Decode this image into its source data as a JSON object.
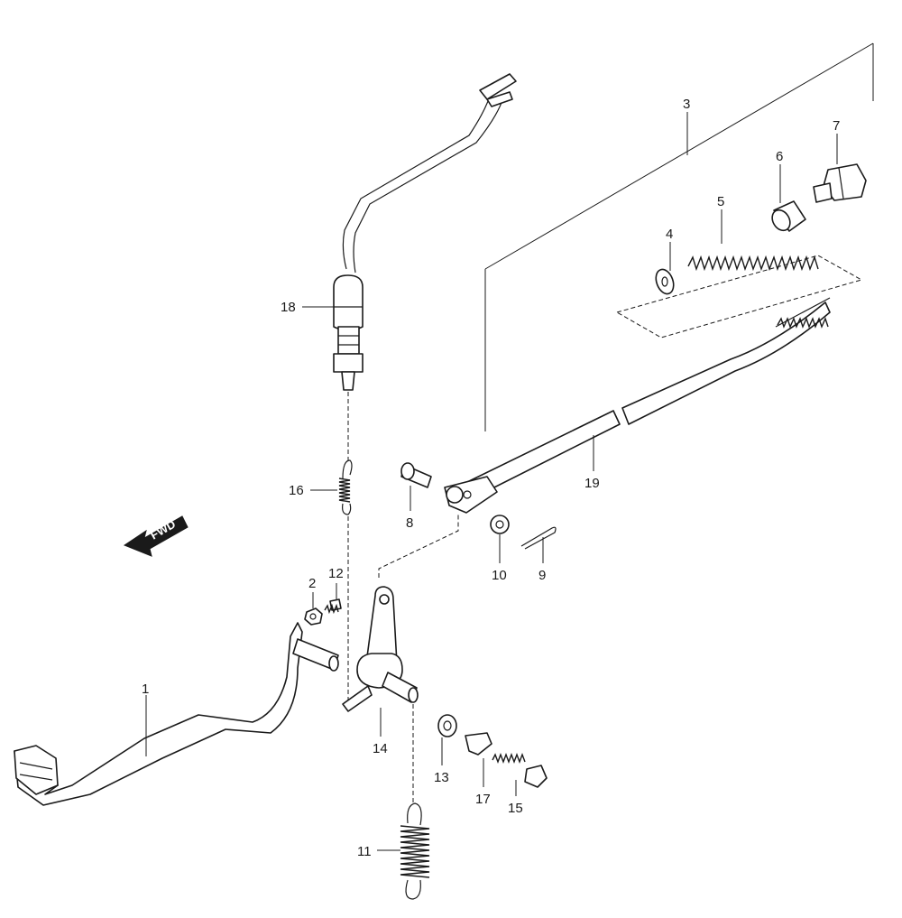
{
  "diagram": {
    "fwd_label": "FWD",
    "callouts": [
      {
        "id": "callout-1",
        "text": "1"
      },
      {
        "id": "callout-2",
        "text": "2"
      },
      {
        "id": "callout-3",
        "text": "3"
      },
      {
        "id": "callout-4",
        "text": "4"
      },
      {
        "id": "callout-5",
        "text": "5"
      },
      {
        "id": "callout-6",
        "text": "6"
      },
      {
        "id": "callout-7",
        "text": "7"
      },
      {
        "id": "callout-8",
        "text": "8"
      },
      {
        "id": "callout-9",
        "text": "9"
      },
      {
        "id": "callout-10",
        "text": "10"
      },
      {
        "id": "callout-11",
        "text": "11"
      },
      {
        "id": "callout-12",
        "text": "12"
      },
      {
        "id": "callout-13",
        "text": "13"
      },
      {
        "id": "callout-14",
        "text": "14"
      },
      {
        "id": "callout-15",
        "text": "15"
      },
      {
        "id": "callout-16",
        "text": "16"
      },
      {
        "id": "callout-17",
        "text": "17"
      },
      {
        "id": "callout-18",
        "text": "18"
      },
      {
        "id": "callout-19",
        "text": "19"
      }
    ]
  }
}
